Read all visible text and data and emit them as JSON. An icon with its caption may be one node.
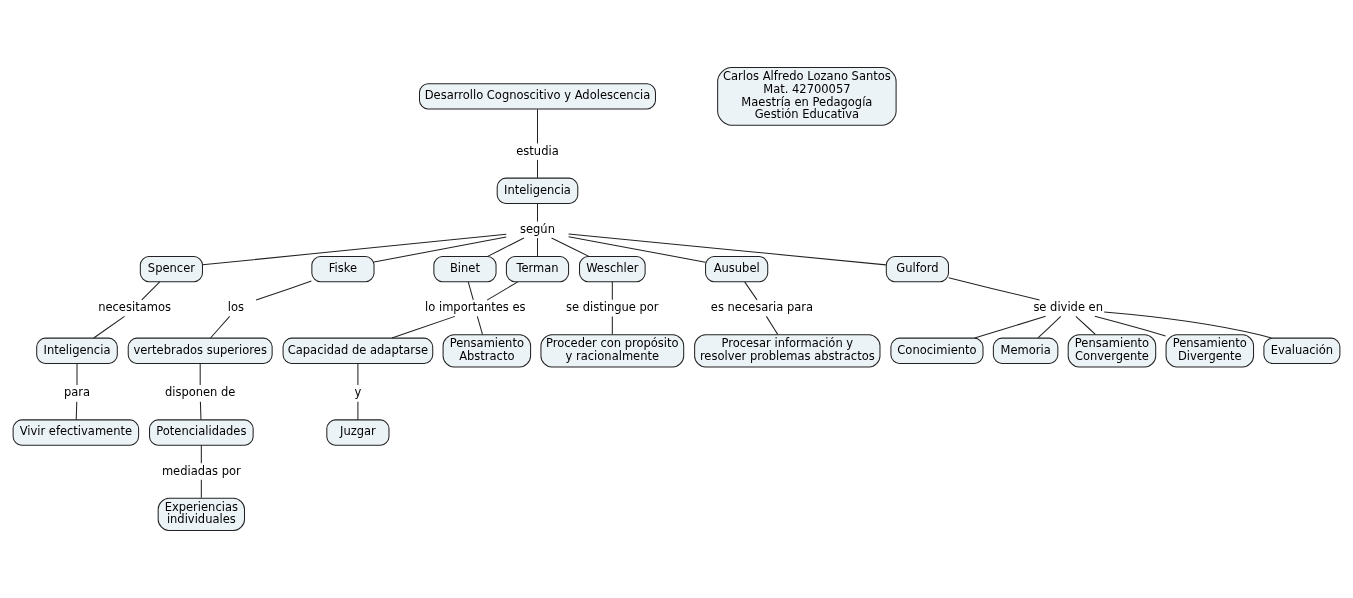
{
  "diagram": {
    "nodes": [
      {
        "text": [
          "Desarrollo Cognoscitivo y Adolescencia"
        ]
      },
      {
        "text": [
          "Carlos Alfredo Lozano Santos",
          "Mat. 42700057",
          "Maestría en Pedagogía",
          "Gestión Educativa"
        ]
      },
      {
        "text": [
          "estudia"
        ]
      },
      {
        "text": [
          "Inteligencia"
        ]
      },
      {
        "text": [
          "según"
        ]
      },
      {
        "text": [
          "Spencer"
        ]
      },
      {
        "text": [
          "Fiske"
        ]
      },
      {
        "text": [
          "Binet"
        ]
      },
      {
        "text": [
          "Terman"
        ]
      },
      {
        "text": [
          "Weschler"
        ]
      },
      {
        "text": [
          "Ausubel"
        ]
      },
      {
        "text": [
          "Gulford"
        ]
      },
      {
        "text": [
          "los"
        ]
      },
      {
        "text": [
          "lo importantes es"
        ]
      },
      {
        "text": [
          "se distingue por"
        ]
      },
      {
        "text": [
          "es necesaria para"
        ]
      },
      {
        "text": [
          "se divide en"
        ]
      },
      {
        "text": [
          "necesitamos"
        ]
      },
      {
        "text": [
          "vertebrados superiores"
        ]
      },
      {
        "text": [
          "Capacidad de adaptarse"
        ]
      },
      {
        "text": [
          "Pensamiento Abstracto"
        ]
      },
      {
        "text": [
          "Proceder con propósito y racionalmente"
        ]
      },
      {
        "text": [
          "Procesar información y resolver problemas abstractos"
        ]
      },
      {
        "text": [
          "disponen de"
        ]
      },
      {
        "text": [
          "y"
        ]
      },
      {
        "text": [
          "Inteligencia"
        ]
      },
      {
        "text": [
          "Potencialidades"
        ]
      },
      {
        "text": [
          "Juzgar"
        ]
      },
      {
        "text": [
          "Conocimiento"
        ]
      },
      {
        "text": [
          "Memoria"
        ]
      },
      {
        "text": [
          "Pensamiento Convergente"
        ]
      },
      {
        "text": [
          "Pensamiento Divergente"
        ]
      },
      {
        "text": [
          "Evaluación"
        ]
      },
      {
        "text": [
          "para"
        ]
      },
      {
        "text": [
          "mediadas por"
        ]
      },
      {
        "text": [
          "Vivir efectivamente"
        ]
      },
      {
        "text": [
          "Experiencias individuales"
        ]
      }
    ],
    "edges": [
      {
        "from": 0,
        "to": 2,
        "arrow": "none"
      },
      {
        "from": 2,
        "to": 3,
        "arrow": "none"
      },
      {
        "from": 3,
        "to": 4,
        "arrow": "none"
      },
      {
        "from": 4,
        "to": 5,
        "arrow": "none"
      },
      {
        "from": 4,
        "to": 6,
        "arrow": "none"
      },
      {
        "from": 4,
        "to": 7,
        "arrow": "none"
      },
      {
        "from": 4,
        "to": 8,
        "arrow": "none"
      },
      {
        "from": 4,
        "to": 9,
        "arrow": "none"
      },
      {
        "from": 4,
        "to": 10,
        "arrow": "none"
      },
      {
        "from": 4,
        "to": 11,
        "arrow": "none"
      },
      {
        "from": 5,
        "to": 17,
        "arrow": "none"
      },
      {
        "from": 17,
        "to": 25,
        "arrow": "none"
      },
      {
        "from": 25,
        "to": 33,
        "arrow": "none"
      },
      {
        "from": 33,
        "to": 35,
        "arrow": "none"
      },
      {
        "from": 6,
        "to": 12,
        "arrow": "none"
      },
      {
        "from": 12,
        "to": 18,
        "arrow": "none"
      },
      {
        "from": 18,
        "to": 23,
        "arrow": "none"
      },
      {
        "from": 23,
        "to": 26,
        "arrow": "none"
      },
      {
        "from": 26,
        "to": 34,
        "arrow": "none"
      },
      {
        "from": 34,
        "to": 36,
        "arrow": "none"
      },
      {
        "from": 7,
        "to": 13,
        "arrow": "none"
      },
      {
        "from": 8,
        "to": 13,
        "arrow": "none"
      },
      {
        "from": 13,
        "to": 19,
        "arrow": "none"
      },
      {
        "from": 13,
        "to": 20,
        "arrow": "none"
      },
      {
        "from": 19,
        "to": 24,
        "arrow": "none"
      },
      {
        "from": 24,
        "to": 27,
        "arrow": "none"
      },
      {
        "from": 9,
        "to": 14,
        "arrow": "none"
      },
      {
        "from": 14,
        "to": 21,
        "arrow": "none"
      },
      {
        "from": 10,
        "to": 15,
        "arrow": "none"
      },
      {
        "from": 15,
        "to": 22,
        "arrow": "none"
      },
      {
        "from": 11,
        "to": 16,
        "arrow": "none"
      },
      {
        "from": 16,
        "to": 28,
        "arrow": "none"
      },
      {
        "from": 16,
        "to": 29,
        "arrow": "none"
      },
      {
        "from": 16,
        "to": 30,
        "arrow": "none"
      },
      {
        "from": 16,
        "to": 31,
        "arrow": "none"
      },
      {
        "from": 16,
        "to": 32,
        "arrow": "none"
      }
    ]
  }
}
